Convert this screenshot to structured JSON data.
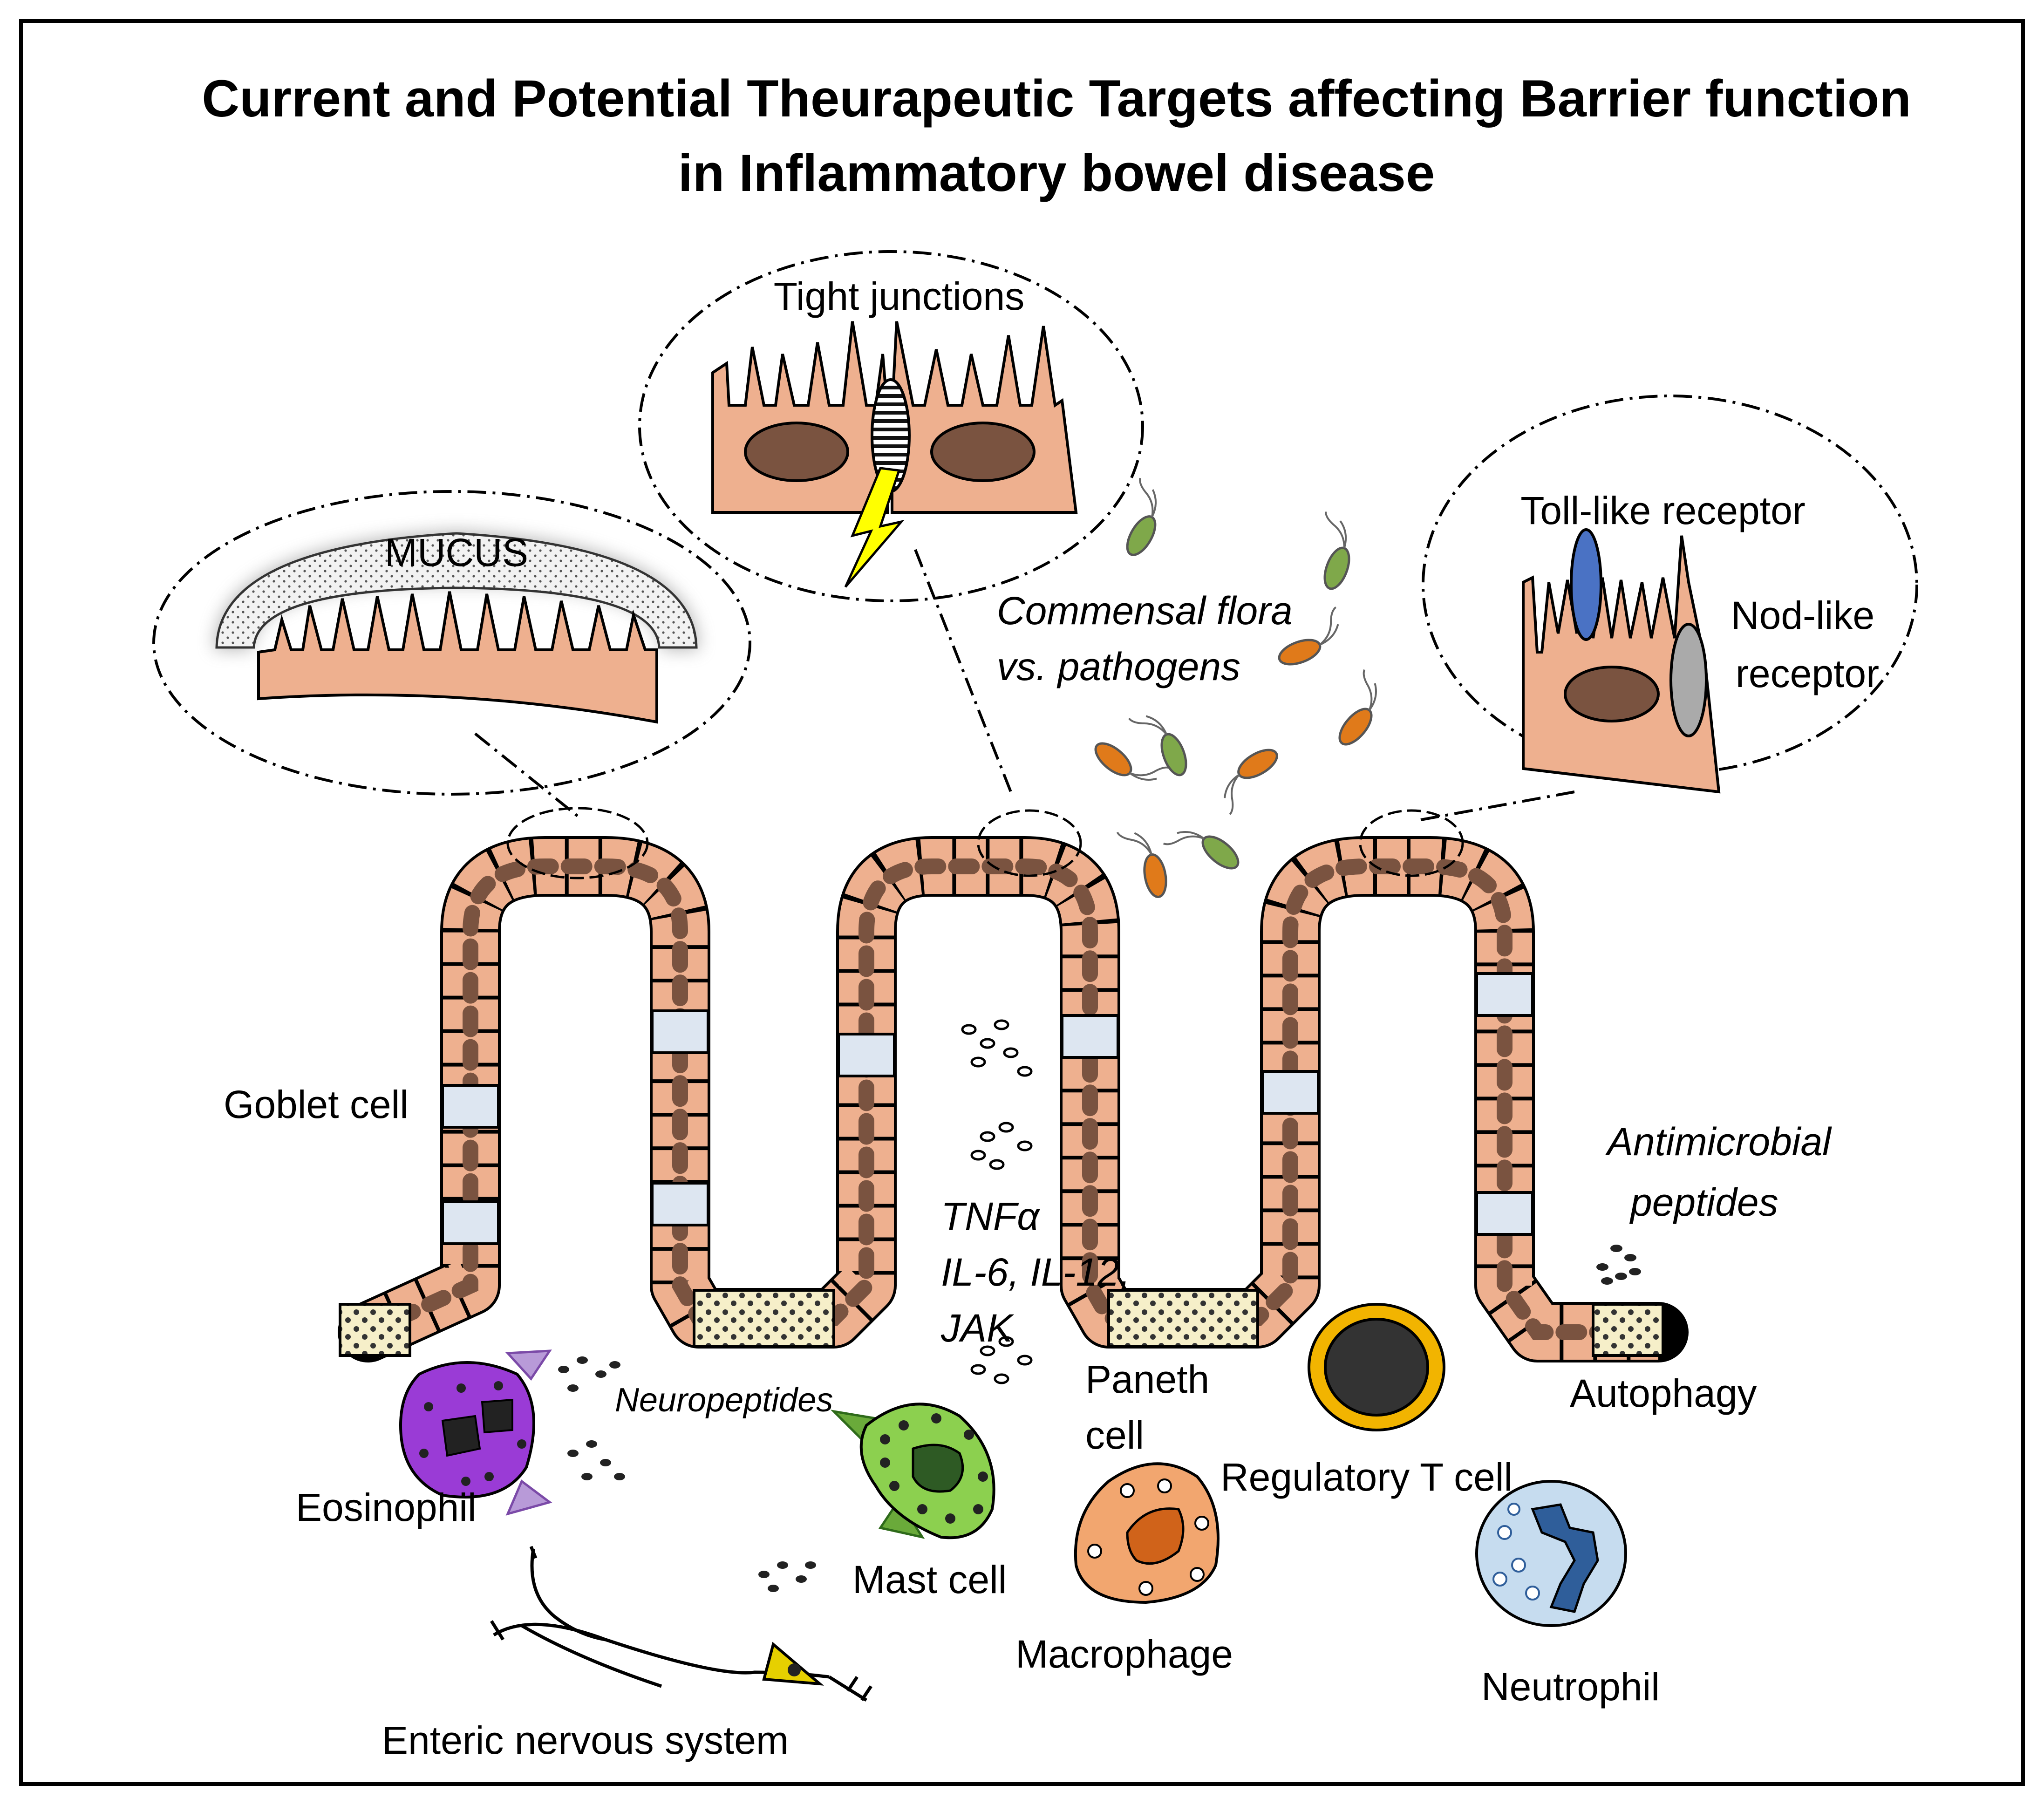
{
  "title": {
    "line1": "Current and Potential Theurapeutic Targets affecting Barrier function",
    "line2": "in Inflammatory bowel disease"
  },
  "insets": {
    "tight_junctions": "Tight junctions",
    "mucus": "MUCUS",
    "toll_like": "Toll-like receptor",
    "nod_like_1": "Nod-like",
    "nod_like_2": "receptor"
  },
  "labels": {
    "commensal_1": "Commensal flora",
    "commensal_2": "vs. pathogens",
    "goblet_cell": "Goblet cell",
    "antimicrobial_1": "Antimicrobial",
    "antimicrobial_2": "peptides",
    "cytokines_1": "TNFα",
    "cytokines_2": "IL-6, IL-12,",
    "cytokines_3": "JAK",
    "neuropeptides": "Neuropeptides",
    "eosinophil": "Eosinophil",
    "mast_cell": "Mast cell",
    "paneth_1": "Paneth",
    "paneth_2": "cell",
    "regulatory_t": "Regulatory T cell",
    "autophagy": "Autophagy",
    "macrophage": "Macrophage",
    "neutrophil": "Neutrophil",
    "enteric": "Enteric nervous system"
  },
  "colors": {
    "epithelium": "#eeb08f",
    "nucleus": "#7a5340",
    "goblet": "#dde6f1",
    "eosinophil": "#9a3bd6",
    "mast_cell": "#8cd04f",
    "macrophage": "#f2a66f",
    "treg_ring": "#f2b400",
    "neutrophil": "#c6dcef",
    "toll_receptor": "#4a72c4",
    "nod_receptor": "#aaaaaa",
    "lightning": "#ffff00"
  }
}
